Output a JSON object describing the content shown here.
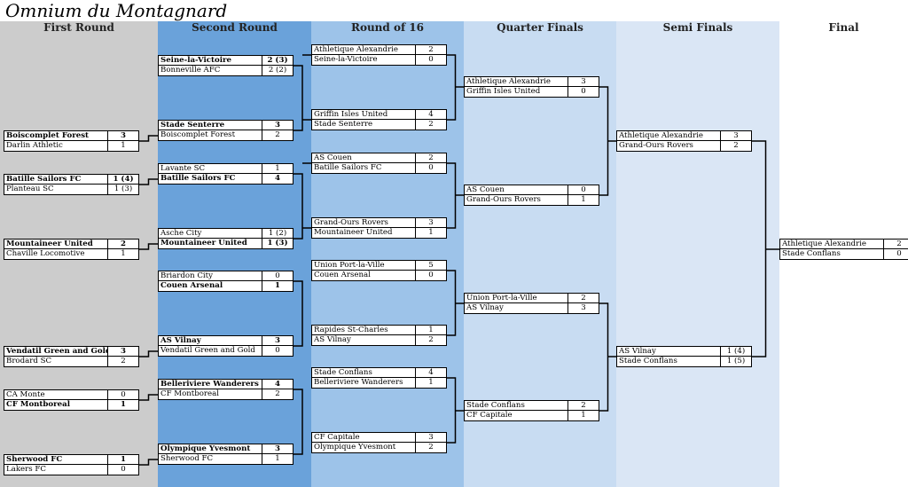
{
  "title": "Omnium du Montagnard",
  "columns": [
    {
      "label": "First Round",
      "color": "#cccccc"
    },
    {
      "label": "Second Round",
      "color": "#6aa2da"
    },
    {
      "label": "Round of 16",
      "color": "#9dc3e9"
    },
    {
      "label": "Quarter Finals",
      "color": "#c8dcf2"
    },
    {
      "label": "Semi Finals",
      "color": "#dae6f5"
    },
    {
      "label": "Final",
      "color": "#ffffff"
    }
  ],
  "rounds": [
    [
      {
        "teams": [
          [
            "Boiscomplet Forest",
            "3",
            true
          ],
          [
            "Darlin Athletic",
            "1",
            false
          ]
        ]
      },
      {
        "teams": [
          [
            "Batille Sailors FC",
            "1 (4)",
            true
          ],
          [
            "Planteau SC",
            "1 (3)",
            false
          ]
        ]
      },
      {
        "teams": [
          [
            "Mountaineer United",
            "2",
            true
          ],
          [
            "Chaville Locomotive",
            "1",
            false
          ]
        ]
      },
      {
        "teams": [
          [
            "Vendatil Green and Gold",
            "3",
            true
          ],
          [
            "Brodard SC",
            "2",
            false
          ]
        ]
      },
      {
        "teams": [
          [
            "CA Monte",
            "0",
            false
          ],
          [
            "CF Montboreal",
            "1",
            true
          ]
        ]
      },
      {
        "teams": [
          [
            "Sherwood FC",
            "1",
            true
          ],
          [
            "Lakers FC",
            "0",
            false
          ]
        ]
      }
    ],
    [
      {
        "teams": [
          [
            "Seine-la-Victoire",
            "2 (3)",
            true
          ],
          [
            "Bonneville AFC",
            "2 (2)",
            false
          ]
        ]
      },
      {
        "teams": [
          [
            "Stade Senterre",
            "3",
            true
          ],
          [
            "Boiscomplet Forest",
            "2",
            false
          ]
        ]
      },
      {
        "teams": [
          [
            "Lavante SC",
            "1",
            false
          ],
          [
            "Batille Sailors FC",
            "4",
            true
          ]
        ]
      },
      {
        "teams": [
          [
            "Asche City",
            "1 (2)",
            false
          ],
          [
            "Mountaineer United",
            "1 (3)",
            true
          ]
        ]
      },
      {
        "teams": [
          [
            "Briardon City",
            "0",
            false
          ],
          [
            "Couen Arsenal",
            "1",
            true
          ]
        ]
      },
      {
        "teams": [
          [
            "AS Vilnay",
            "3",
            true
          ],
          [
            "Vendatil Green and Gold",
            "0",
            false
          ]
        ]
      },
      {
        "teams": [
          [
            "Belleriviere Wanderers",
            "4",
            true
          ],
          [
            "CF Montboreal",
            "2",
            false
          ]
        ]
      },
      {
        "teams": [
          [
            "Olympique Yvesmont",
            "3",
            true
          ],
          [
            "Sherwood FC",
            "1",
            false
          ]
        ]
      }
    ],
    [
      {
        "teams": [
          [
            "Athletique Alexandrie",
            "2",
            false
          ],
          [
            "Seine-la-Victoire",
            "0",
            false
          ]
        ]
      },
      {
        "teams": [
          [
            "Griffin Isles United",
            "4",
            false
          ],
          [
            "Stade Senterre",
            "2",
            false
          ]
        ]
      },
      {
        "teams": [
          [
            "AS Couen",
            "2",
            false
          ],
          [
            "Batille Sailors FC",
            "0",
            false
          ]
        ]
      },
      {
        "teams": [
          [
            "Grand-Ours Rovers",
            "3",
            false
          ],
          [
            "Mountaineer United",
            "1",
            false
          ]
        ]
      },
      {
        "teams": [
          [
            "Union Port-la-Ville",
            "5",
            false
          ],
          [
            "Couen Arsenal",
            "0",
            false
          ]
        ]
      },
      {
        "teams": [
          [
            "Rapides St-Charles",
            "1",
            false
          ],
          [
            "AS Vilnay",
            "2",
            false
          ]
        ]
      },
      {
        "teams": [
          [
            "Stade Conflans",
            "4",
            false
          ],
          [
            "Belleriviere Wanderers",
            "1",
            false
          ]
        ]
      },
      {
        "teams": [
          [
            "CF Capitale",
            "3",
            false
          ],
          [
            "Olympique Yvesmont",
            "2",
            false
          ]
        ]
      }
    ],
    [
      {
        "teams": [
          [
            "Athletique Alexandrie",
            "3",
            false
          ],
          [
            "Griffin Isles United",
            "0",
            false
          ]
        ]
      },
      {
        "teams": [
          [
            "AS Couen",
            "0",
            false
          ],
          [
            "Grand-Ours Rovers",
            "1",
            false
          ]
        ]
      },
      {
        "teams": [
          [
            "Union Port-la-Ville",
            "2",
            false
          ],
          [
            "AS Vilnay",
            "3",
            false
          ]
        ]
      },
      {
        "teams": [
          [
            "Stade Conflans",
            "2",
            false
          ],
          [
            "CF Capitale",
            "1",
            false
          ]
        ]
      }
    ],
    [
      {
        "teams": [
          [
            "Athletique Alexandrie",
            "3",
            false
          ],
          [
            "Grand-Ours Rovers",
            "2",
            false
          ]
        ]
      },
      {
        "teams": [
          [
            "AS Vilnay",
            "1 (4)",
            false
          ],
          [
            "Stade Conflans",
            "1 (5)",
            false
          ]
        ]
      }
    ],
    [
      {
        "teams": [
          [
            "Athletique Alexandrie",
            "2",
            false
          ],
          [
            "Stade Conflans",
            "0",
            false
          ]
        ]
      }
    ]
  ]
}
